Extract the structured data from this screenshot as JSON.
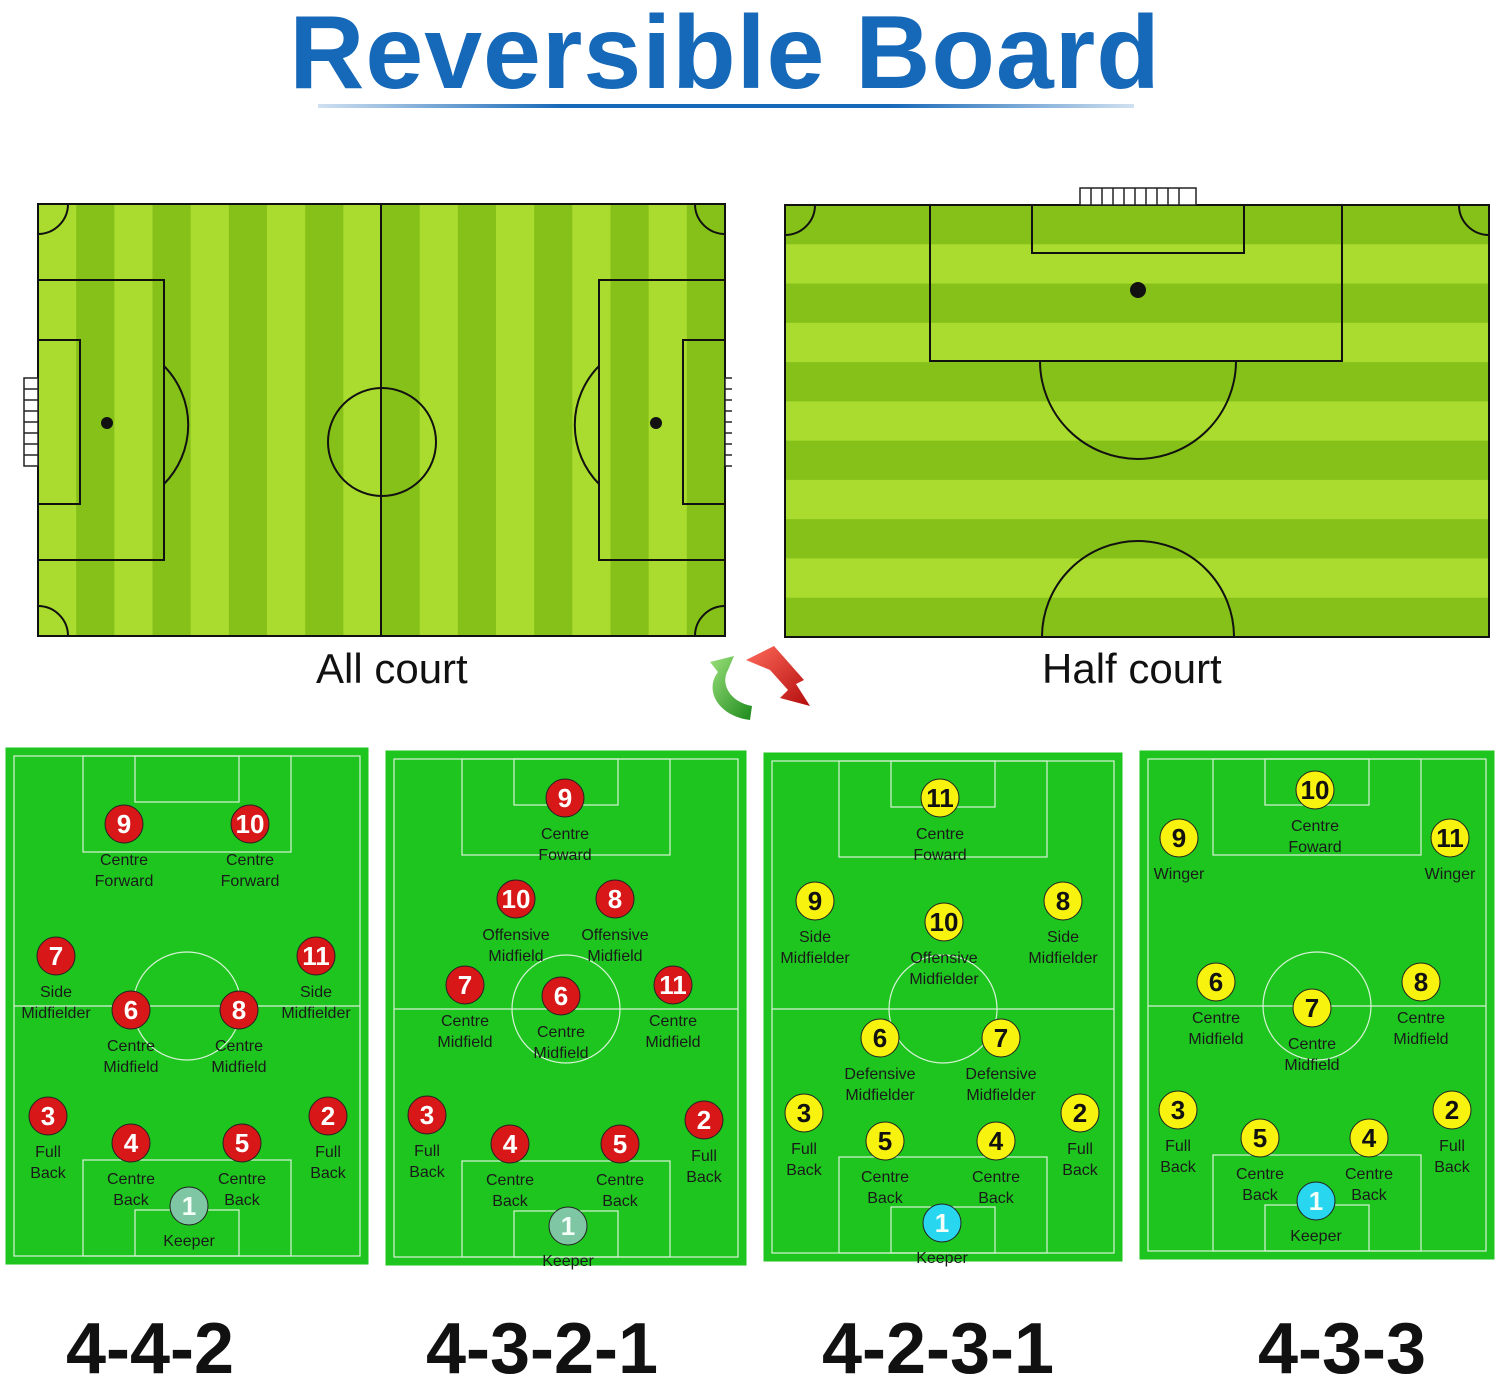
{
  "title": "Reversible Board",
  "courts": {
    "all_label": "All court",
    "half_label": "Half court"
  },
  "swap_icon": "reverse-arrows-icon",
  "colors": {
    "title": "#1668b8",
    "stripe_dark": "#86c11a",
    "stripe_light": "#a9dc2e",
    "tactic_green": "#1ec51e",
    "red": "#d81818",
    "yellow": "#f7f20e",
    "keeper_grey": "#7fc7a4",
    "keeper_cyan": "#28d6f0"
  },
  "formations": [
    {
      "label": "4-4-2",
      "players": [
        {
          "num": "9",
          "lines": [
            "Centre",
            "Forward"
          ]
        },
        {
          "num": "10",
          "lines": [
            "Centre",
            "Forward"
          ]
        },
        {
          "num": "7",
          "lines": [
            "Side",
            "Midfielder"
          ]
        },
        {
          "num": "11",
          "lines": [
            "Side",
            "Midfielder"
          ]
        },
        {
          "num": "6",
          "lines": [
            "Centre",
            "Midfield"
          ]
        },
        {
          "num": "8",
          "lines": [
            "Centre",
            "Midfield"
          ]
        },
        {
          "num": "3",
          "lines": [
            "Full",
            "Back"
          ]
        },
        {
          "num": "2",
          "lines": [
            "Full",
            "Back"
          ]
        },
        {
          "num": "4",
          "lines": [
            "Centre",
            "Back"
          ]
        },
        {
          "num": "5",
          "lines": [
            "Centre",
            "Back"
          ]
        },
        {
          "num": "1",
          "lines": [
            "Keeper"
          ]
        }
      ]
    },
    {
      "label": "4-3-2-1",
      "players": [
        {
          "num": "9",
          "lines": [
            "Centre",
            "Foward"
          ]
        },
        {
          "num": "10",
          "lines": [
            "Offensive",
            "Midfield"
          ]
        },
        {
          "num": "8",
          "lines": [
            "Offensive",
            "Midfield"
          ]
        },
        {
          "num": "7",
          "lines": [
            "Centre",
            "Midfield"
          ]
        },
        {
          "num": "6",
          "lines": [
            "Centre",
            "Midfield"
          ]
        },
        {
          "num": "11",
          "lines": [
            "Centre",
            "Midfield"
          ]
        },
        {
          "num": "3",
          "lines": [
            "Full",
            "Back"
          ]
        },
        {
          "num": "2",
          "lines": [
            "Full",
            "Back"
          ]
        },
        {
          "num": "4",
          "lines": [
            "Centre",
            "Back"
          ]
        },
        {
          "num": "5",
          "lines": [
            "Centre",
            "Back"
          ]
        },
        {
          "num": "1",
          "lines": [
            "Keeper"
          ]
        }
      ]
    },
    {
      "label": "4-2-3-1",
      "players": [
        {
          "num": "11",
          "lines": [
            "Centre",
            "Foward"
          ]
        },
        {
          "num": "9",
          "lines": [
            "Side",
            "Midfielder"
          ]
        },
        {
          "num": "8",
          "lines": [
            "Side",
            "Midfielder"
          ]
        },
        {
          "num": "10",
          "lines": [
            "Offensive",
            "Midfielder"
          ]
        },
        {
          "num": "6",
          "lines": [
            "Defensive",
            "Midfielder"
          ]
        },
        {
          "num": "7",
          "lines": [
            "Defensive",
            "Midfielder"
          ]
        },
        {
          "num": "3",
          "lines": [
            "Full",
            "Back"
          ]
        },
        {
          "num": "2",
          "lines": [
            "Full",
            "Back"
          ]
        },
        {
          "num": "5",
          "lines": [
            "Centre",
            "Back"
          ]
        },
        {
          "num": "4",
          "lines": [
            "Centre",
            "Back"
          ]
        },
        {
          "num": "1",
          "lines": [
            "Keeper"
          ]
        }
      ]
    },
    {
      "label": "4-3-3",
      "players": [
        {
          "num": "10",
          "lines": [
            "Centre",
            "Foward"
          ]
        },
        {
          "num": "9",
          "lines": [
            "Winger"
          ]
        },
        {
          "num": "11",
          "lines": [
            "Winger"
          ]
        },
        {
          "num": "6",
          "lines": [
            "Centre",
            "Midfield"
          ]
        },
        {
          "num": "8",
          "lines": [
            "Centre",
            "Midfield"
          ]
        },
        {
          "num": "7",
          "lines": [
            "Centre",
            "Midfield"
          ]
        },
        {
          "num": "3",
          "lines": [
            "Full",
            "Back"
          ]
        },
        {
          "num": "2",
          "lines": [
            "Full",
            "Back"
          ]
        },
        {
          "num": "5",
          "lines": [
            "Centre",
            "Back"
          ]
        },
        {
          "num": "4",
          "lines": [
            "Centre",
            "Back"
          ]
        },
        {
          "num": "1",
          "lines": [
            "Keeper"
          ]
        }
      ]
    }
  ]
}
